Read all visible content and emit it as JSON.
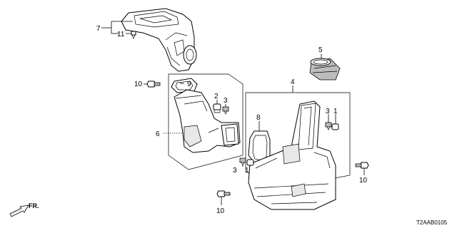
{
  "callouts": [
    {
      "id": "c7",
      "text": "7"
    },
    {
      "id": "c11",
      "text": "11"
    },
    {
      "id": "c5",
      "text": "5"
    },
    {
      "id": "c10a",
      "text": "10"
    },
    {
      "id": "c9",
      "text": "9"
    },
    {
      "id": "c2",
      "text": "2"
    },
    {
      "id": "c3a",
      "text": "3"
    },
    {
      "id": "c4",
      "text": "4"
    },
    {
      "id": "c6",
      "text": "6"
    },
    {
      "id": "c8",
      "text": "8"
    },
    {
      "id": "c3b",
      "text": "3"
    },
    {
      "id": "c1a",
      "text": "1"
    },
    {
      "id": "c3c",
      "text": "3"
    },
    {
      "id": "c1b",
      "text": "1"
    },
    {
      "id": "c10b",
      "text": "10"
    },
    {
      "id": "c10c",
      "text": "10"
    }
  ],
  "direction_label": "FR.",
  "diagram_code": "T2AAB0105"
}
